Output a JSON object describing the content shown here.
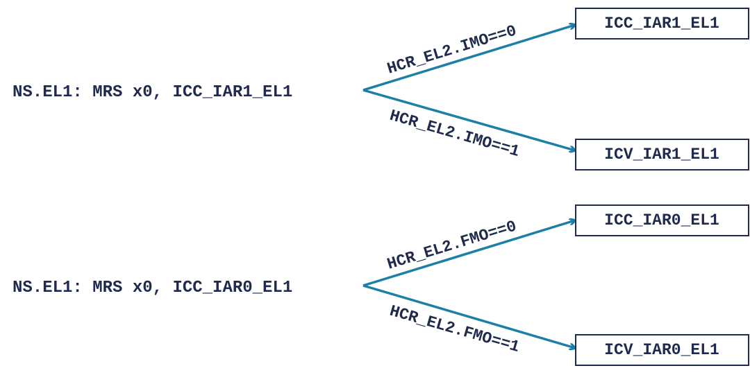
{
  "colors": {
    "text": "#1f2a4d",
    "arrow": "#1b7fa8",
    "box_border": "#1f2a4d"
  },
  "groups": [
    {
      "source": "NS.EL1: MRS x0, ICC_IAR1_EL1",
      "upper_edge": "HCR_EL2.IMO==0",
      "lower_edge": "HCR_EL2.IMO==1",
      "upper_target": "ICC_IAR1_EL1",
      "lower_target": "ICV_IAR1_EL1"
    },
    {
      "source": "NS.EL1: MRS x0, ICC_IAR0_EL1",
      "upper_edge": "HCR_EL2.FMO==0",
      "lower_edge": "HCR_EL2.FMO==1",
      "upper_target": "ICC_IAR0_EL1",
      "lower_target": "ICV_IAR0_EL1"
    }
  ]
}
